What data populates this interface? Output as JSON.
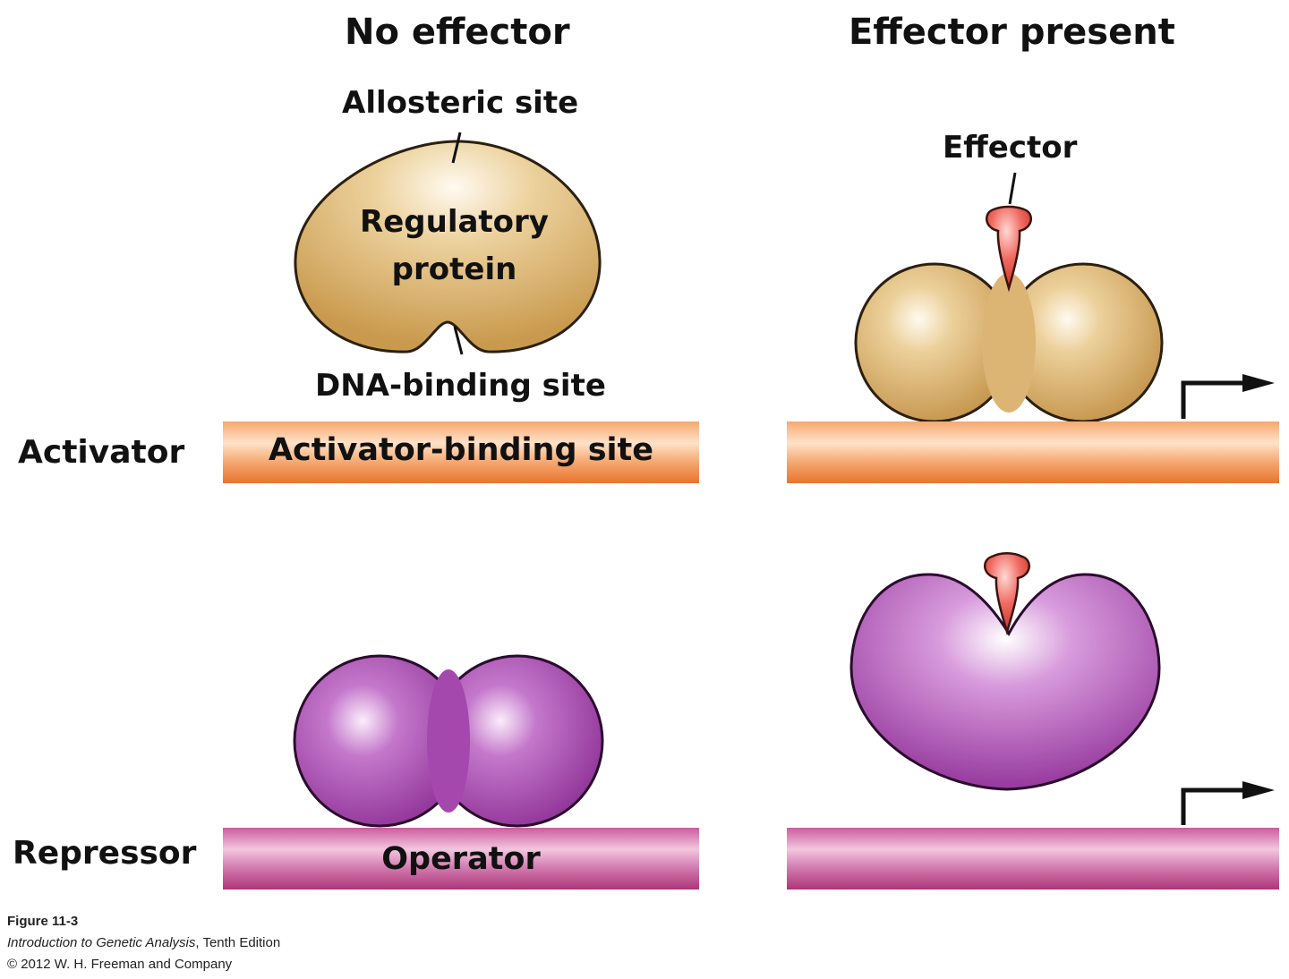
{
  "columns": {
    "left_title": "No effector",
    "right_title": "Effector present"
  },
  "labels": {
    "allosteric_site": "Allosteric site",
    "regulatory_protein_line1": "Regulatory",
    "regulatory_protein_line2": "protein",
    "dna_binding_site": "DNA-binding site",
    "effector": "Effector"
  },
  "rows": {
    "activator": "Activator",
    "repressor": "Repressor"
  },
  "sites": {
    "activator_binding_site": "Activator-binding site",
    "operator": "Operator"
  },
  "caption": {
    "figure": "Figure 11-3",
    "book_title": "Introduction to Genetic Analysis",
    "edition": ", Tenth Edition",
    "copyright": "© 2012 W. H. Freeman and Company"
  },
  "colors": {
    "activator_protein": "#d9b672",
    "repressor_protein": "#b257b8",
    "effector": "#e8584f",
    "activator_dna": "#f0a060",
    "repressor_dna": "#c54b94"
  }
}
